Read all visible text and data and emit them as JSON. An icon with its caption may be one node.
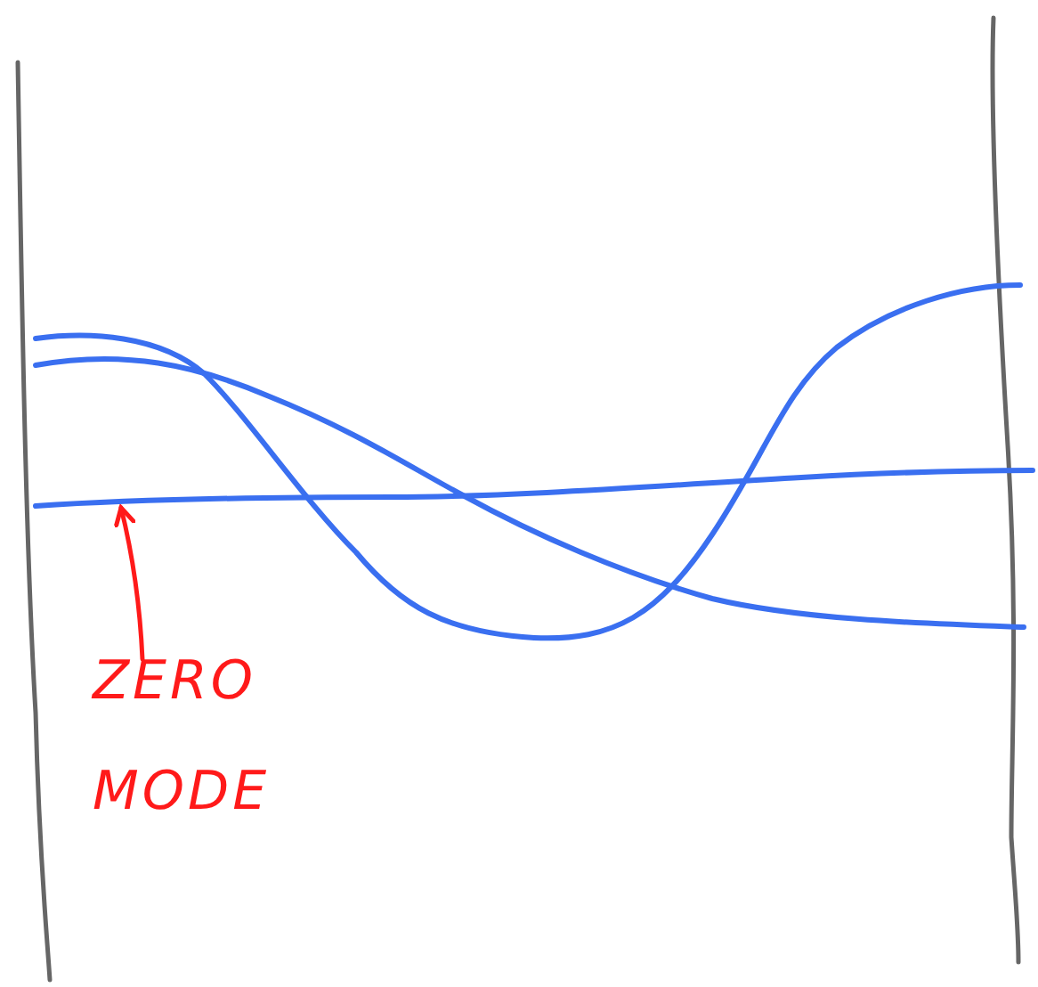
{
  "diagram": {
    "nodes": [
      {
        "text": [],
        "shape": "line"
      },
      {
        "text": [
          "ZERO MODE"
        ]
      }
    ],
    "edges": [
      {
        "from": 1,
        "to": 0,
        "arrow": "to"
      }
    ]
  }
}
